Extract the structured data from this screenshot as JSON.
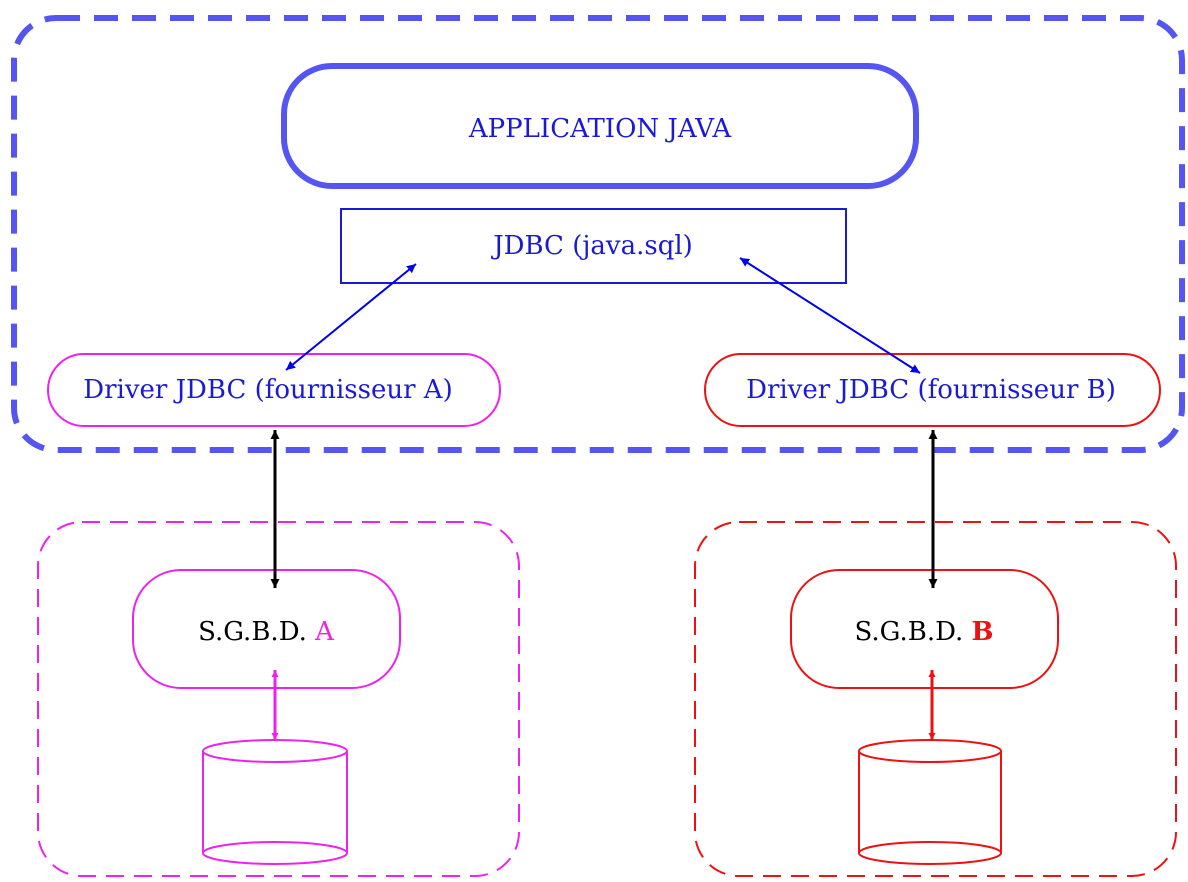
{
  "colors": {
    "app_blue": "#5555f2",
    "text_blue": "#1a1ad6",
    "link_blue": "#0000ee",
    "magenta": "#ee22ee",
    "red": "#ee1111",
    "black": "#000000"
  },
  "application": {
    "label": "APPLICATION JAVA"
  },
  "jdbc": {
    "label": "JDBC (java.sql)"
  },
  "driver_a": {
    "label": "Driver JDBC (fournisseur A)"
  },
  "driver_b": {
    "label": "Driver JDBC (fournisseur B)"
  },
  "sgbd_a": {
    "prefix": "S.G.B.D. ",
    "suffix": "A"
  },
  "sgbd_b": {
    "prefix": "S.G.B.D. ",
    "suffix": "B"
  }
}
